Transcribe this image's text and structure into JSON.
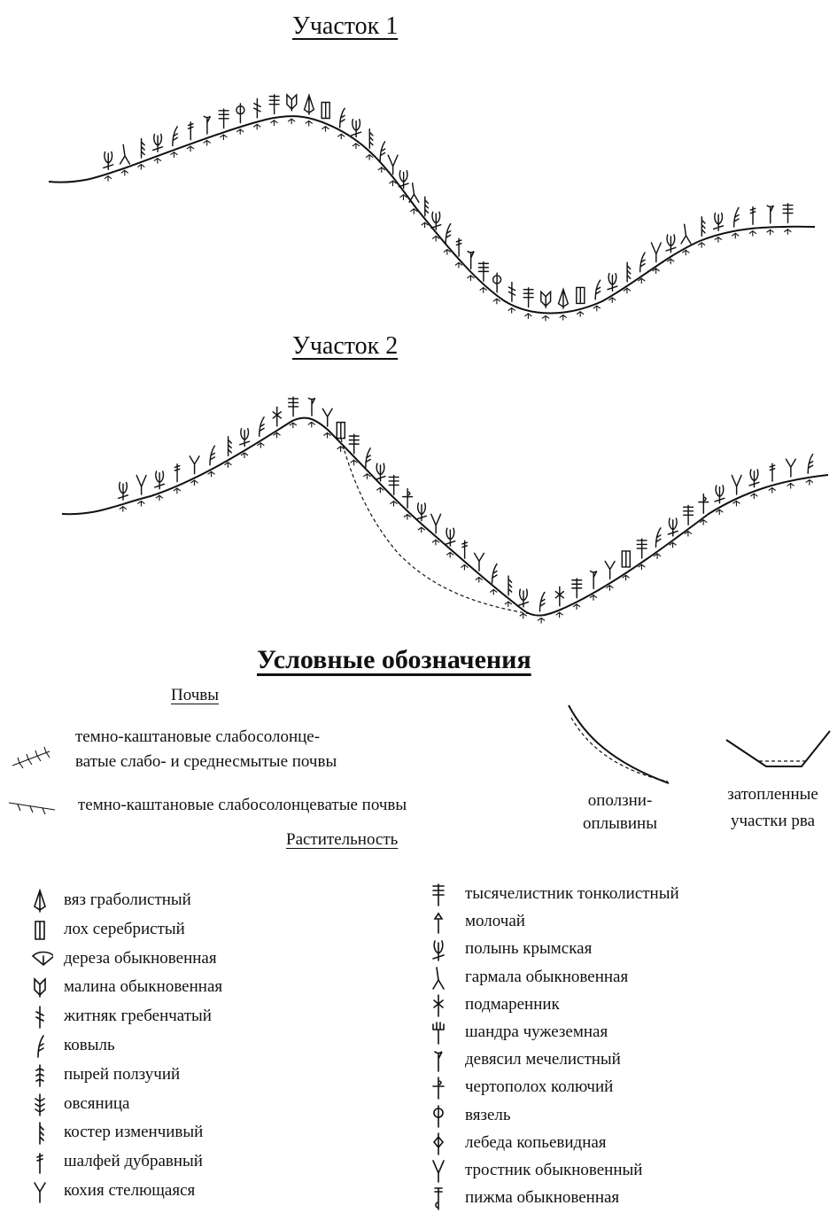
{
  "plot1": {
    "title": "Участок 1"
  },
  "plot2": {
    "title": "Участок 2"
  },
  "legend": {
    "title": "Условные обозначения",
    "soils_title": "Почвы",
    "soil_1": [
      "темно-каштановые слабосолонце-",
      "ватые слабо- и среднесмытые почвы"
    ],
    "soil_2": "темно-каштановые слабосолонцеватые почвы",
    "landslides": [
      "оползни-",
      "оплывины"
    ],
    "flooded": [
      "затопленные",
      "участки рва"
    ],
    "vegetation_title": "Растительность",
    "vegetation_left": [
      {
        "label": "вяз граболистный",
        "icon": "elm-icon"
      },
      {
        "label": "лох серебристый",
        "icon": "oleaster-icon"
      },
      {
        "label": "дереза обыкновенная",
        "icon": "boxthorn-icon"
      },
      {
        "label": "малина обыкновенная",
        "icon": "raspberry-icon"
      },
      {
        "label": "житняк гребенчатый",
        "icon": "wheatgrass-icon"
      },
      {
        "label": "ковыль",
        "icon": "feather-grass-icon"
      },
      {
        "label": "пырей ползучий",
        "icon": "couch-grass-icon"
      },
      {
        "label": "овсяница",
        "icon": "fescue-icon"
      },
      {
        "label": "костер изменчивый",
        "icon": "brome-icon"
      },
      {
        "label": "шалфей дубравный",
        "icon": "sage-icon"
      },
      {
        "label": "кохия стелющаяся",
        "icon": "kochia-icon"
      }
    ],
    "vegetation_right": [
      {
        "label": "тысячелистник тонколистный",
        "icon": "yarrow-icon"
      },
      {
        "label": "молочай",
        "icon": "spurge-icon"
      },
      {
        "label": "полынь крымская",
        "icon": "wormwood-icon"
      },
      {
        "label": "гармала обыкновенная",
        "icon": "harmala-icon"
      },
      {
        "label": "подмаренник",
        "icon": "bedstraw-icon"
      },
      {
        "label": "шандра чужеземная",
        "icon": "horehound-icon"
      },
      {
        "label": "девясил мечелистный",
        "icon": "elecampane-icon"
      },
      {
        "label": "чертополох колючий",
        "icon": "thistle-icon"
      },
      {
        "label": "вязель",
        "icon": "crown-vetch-icon"
      },
      {
        "label": "лебеда копьевидная",
        "icon": "orache-icon"
      },
      {
        "label": "тростник обыкновенный",
        "icon": "reed-icon"
      },
      {
        "label": "пижма обыкновенная",
        "icon": "tansy-icon"
      }
    ]
  }
}
